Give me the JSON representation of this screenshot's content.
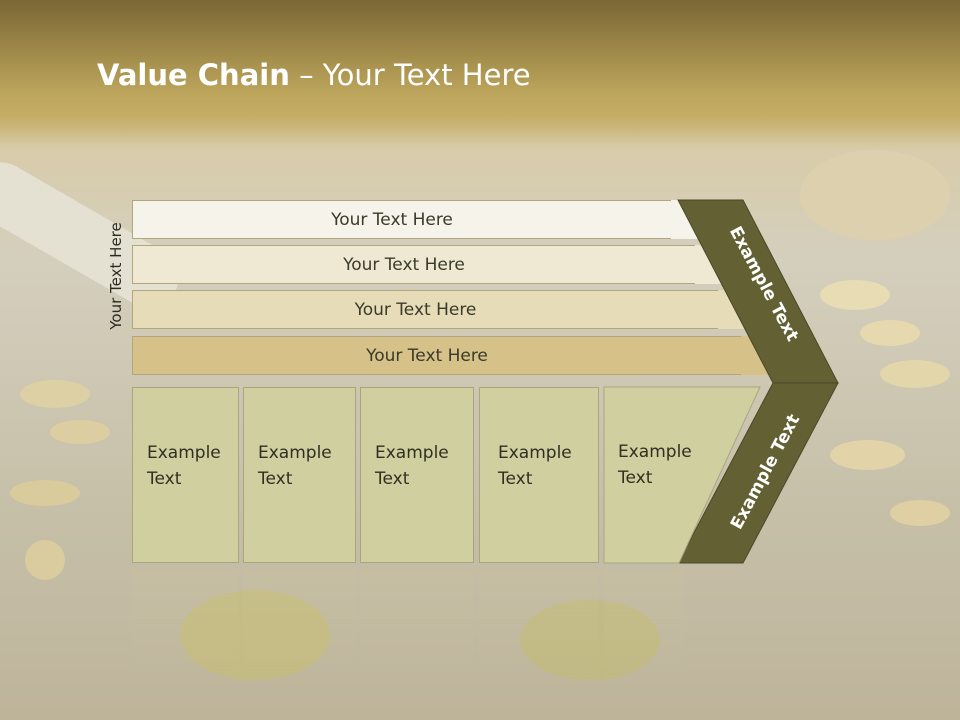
{
  "title": {
    "bold": "Value Chain",
    "rest": " – Your Text Here"
  },
  "side_label": "Your Text Here",
  "bars": [
    {
      "label": "Your Text Here",
      "color": "#f5f3ea"
    },
    {
      "label": "Your Text Here",
      "color": "#efe9d4"
    },
    {
      "label": "Your Text Here",
      "color": "#e7dcb8"
    },
    {
      "label": "Your Text Here",
      "color": "#d6c288"
    }
  ],
  "boxes": [
    {
      "line1": "Example",
      "line2": "Text"
    },
    {
      "line1": "Example",
      "line2": "Text"
    },
    {
      "line1": "Example",
      "line2": "Text"
    },
    {
      "line1": "Example",
      "line2": "Text"
    },
    {
      "line1": "Example",
      "line2": "Text"
    }
  ],
  "chevron": {
    "upper_label": "Example Text",
    "lower_label": "Example Text",
    "color": "#636034"
  }
}
